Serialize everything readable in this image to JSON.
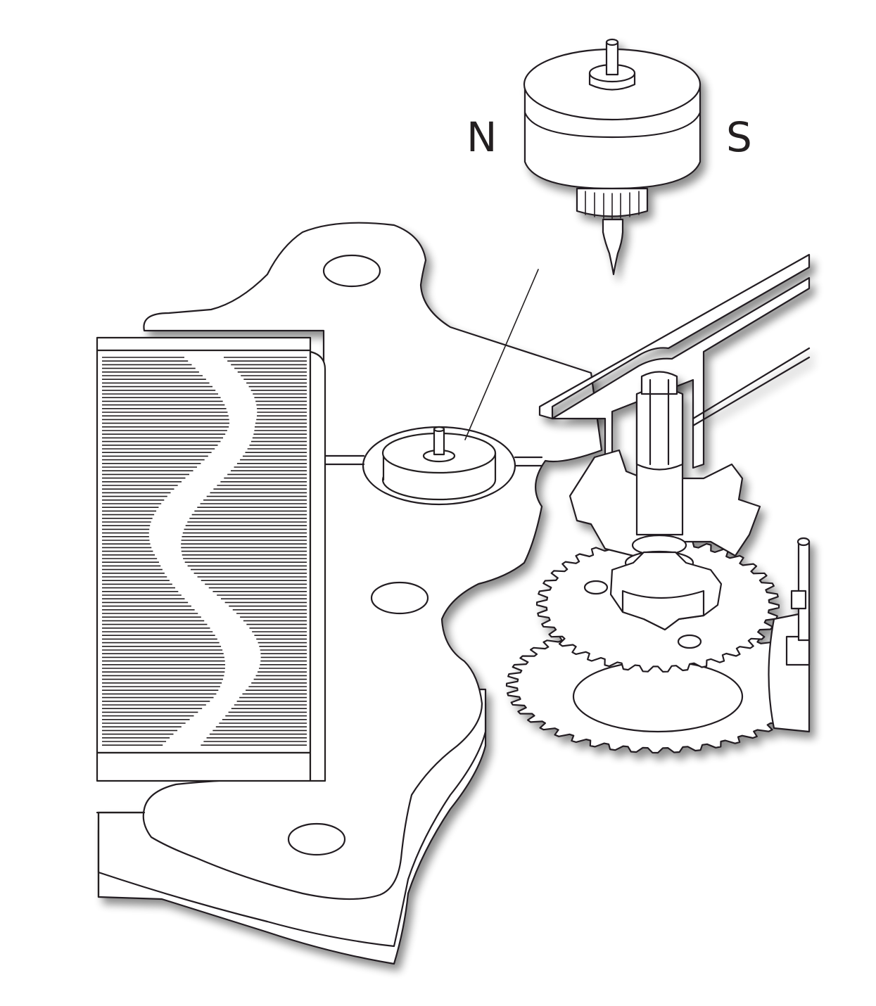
{
  "diagram": {
    "labels": {
      "north_pole": "N",
      "south_pole": "S"
    },
    "colors": {
      "line": "#231f20",
      "fill": "#ffffff",
      "shadow": "#9a9a9a"
    },
    "parts": [
      "rotor-magnet",
      "coil",
      "stator-plate",
      "rotor-post",
      "gear-train",
      "stator-arm"
    ]
  }
}
